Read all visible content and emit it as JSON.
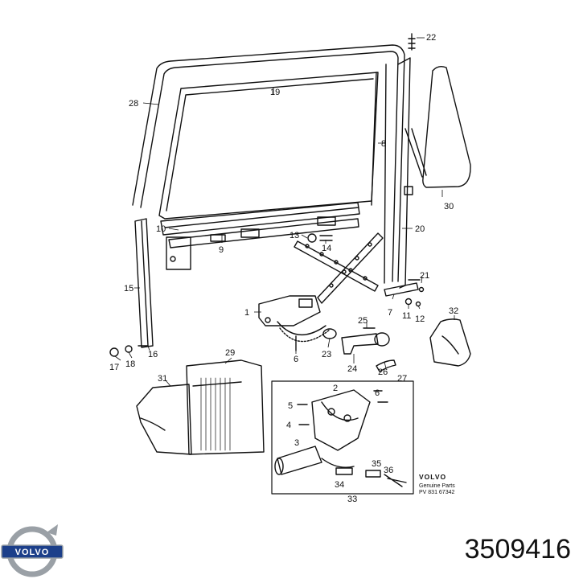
{
  "callouts": [
    "1",
    "2",
    "3",
    "4",
    "5",
    "6",
    "7",
    "8",
    "9",
    "10",
    "11",
    "12",
    "13",
    "14",
    "15",
    "16",
    "17",
    "18",
    "19",
    "20",
    "21",
    "22",
    "23",
    "24",
    "25",
    "26",
    "27",
    "28",
    "29",
    "30",
    "31",
    "32",
    "33",
    "34",
    "35",
    "36"
  ],
  "inset_callouts": [
    "2",
    "3",
    "4",
    "5",
    "6",
    "33",
    "34",
    "35",
    "36"
  ],
  "stamp": {
    "brand": "VOLVO",
    "line1": "Genuine Parts",
    "line2": "PV 831 67342"
  },
  "logo_text": "VOLVO",
  "part_number": "3509416",
  "colors": {
    "ink": "#111111",
    "logo_blue": "#1c3f8a",
    "logo_ring": "#9aa0a6"
  }
}
